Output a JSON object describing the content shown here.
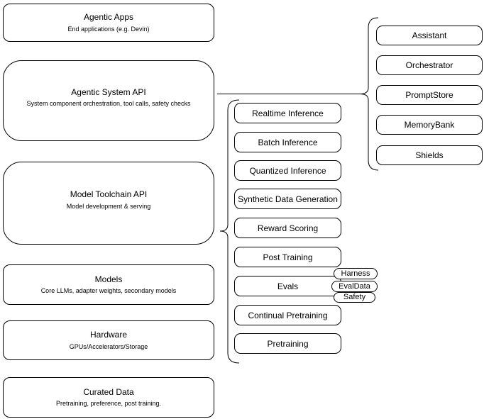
{
  "diagram": {
    "colors": {
      "background": "#ffffff",
      "stroke": "#000000",
      "node_fill": "#ffffff",
      "text": "#000000"
    },
    "stack": [
      {
        "title": "Agentic Apps",
        "subtitle": "End applications (e.g. Devin)"
      },
      {
        "title": "Agentic System API",
        "subtitle": "System component orchestration, tool calls, safety checks"
      },
      {
        "title": "Model Toolchain API",
        "subtitle": "Model development & serving"
      },
      {
        "title": "Models",
        "subtitle": "Core LLMs, adapter weights, secondary models"
      },
      {
        "title": "Hardware",
        "subtitle": "GPUs/Accelerators/Storage"
      },
      {
        "title": "Curated Data",
        "subtitle": "Pretraining, preference, post training."
      }
    ],
    "toolchain_items": [
      "Realtime Inference",
      "Batch Inference",
      "Quantized Inference",
      "Synthetic Data Generation",
      "Reward Scoring",
      "Post Training",
      "Evals",
      "Continual Pretraining",
      "Pretraining"
    ],
    "eval_tags": [
      "Harness",
      "EvalData",
      "Safety"
    ],
    "system_components": [
      "Assistant",
      "Orchestrator",
      "PromptStore",
      "MemoryBank",
      "Shields"
    ]
  }
}
